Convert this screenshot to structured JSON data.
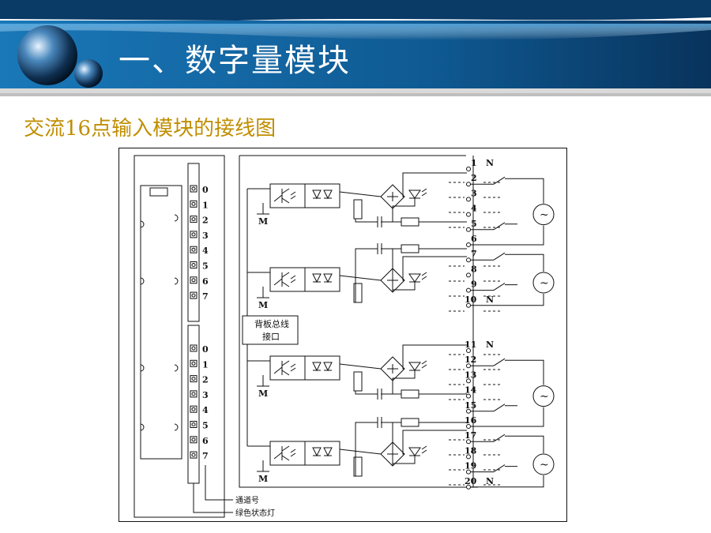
{
  "slide": {
    "title": "一、数字量模块",
    "subtitle": "交流16点输入模块的接线图"
  },
  "diagram": {
    "channel_numbers_group1": [
      "0",
      "1",
      "2",
      "3",
      "4",
      "5",
      "6",
      "7"
    ],
    "channel_numbers_group2": [
      "0",
      "1",
      "2",
      "3",
      "4",
      "5",
      "6",
      "7"
    ],
    "terminal_numbers": [
      "1",
      "2",
      "3",
      "4",
      "5",
      "6",
      "7",
      "8",
      "9",
      "10",
      "11",
      "12",
      "13",
      "14",
      "15",
      "16",
      "17",
      "18",
      "19",
      "20"
    ],
    "neutral_label": "N",
    "ground_label": "M",
    "backplane_label_line1": "背板总线",
    "backplane_label_line2": "接口",
    "callout_channel_number": "通道号",
    "callout_status_led": "绿色状态灯",
    "ac_source_symbol": "~"
  },
  "colors": {
    "banner_dark": "#0b3c66",
    "banner_mid": "#1c6aa3",
    "title_text": "#ffffff",
    "subtitle_text": "#c08e00",
    "line": "#111111"
  }
}
